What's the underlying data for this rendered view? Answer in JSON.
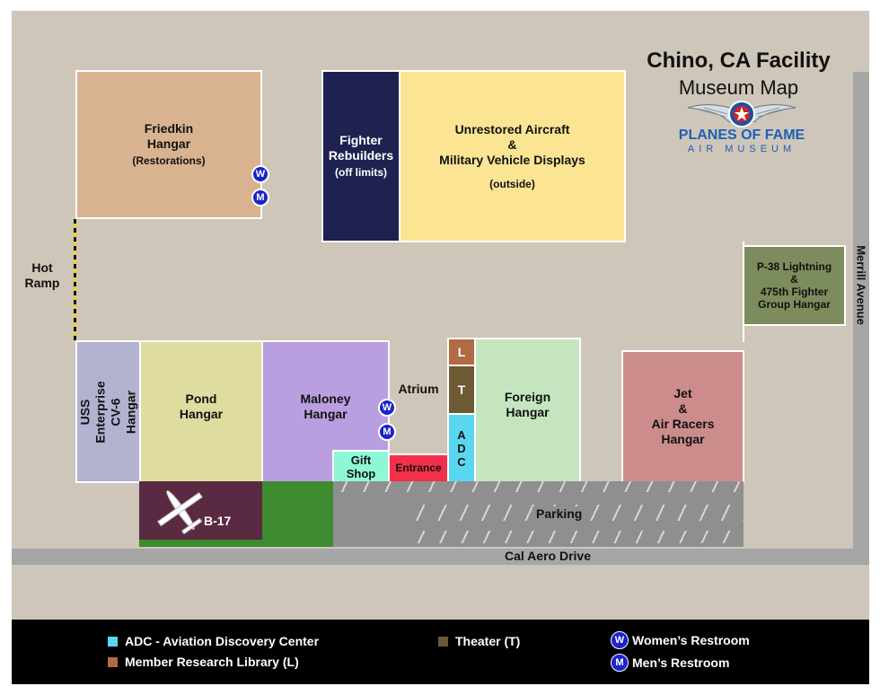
{
  "title": "Chino, CA Facility",
  "subtitle": "Museum Map",
  "logo": {
    "name": "PLANES OF FAME",
    "tagline": "AIR MUSEUM"
  },
  "streets": {
    "east": "Merrill Avenue",
    "south": "Cal Aero Drive"
  },
  "buildings": {
    "friedkin": {
      "name": "Friedkin\nHangar",
      "note": "(Restorations)",
      "color": "#d9b390"
    },
    "fighter_rebuilders": {
      "name": "Fighter\nRebuilders",
      "note": "(off limits)",
      "color": "#1f2150"
    },
    "unrestored": {
      "name": "Unrestored Aircraft\n&\nMilitary Vehicle Displays",
      "note": "(outside)",
      "color": "#fbe593"
    },
    "p38": {
      "name": "P-38 Lightning\n&\n475th Fighter\nGroup Hangar",
      "color": "#7d8c5c"
    },
    "uss": {
      "name": "USS Enterprise\nCV-6 Hangar",
      "color": "#b3b2d1"
    },
    "pond": {
      "name": "Pond\nHangar",
      "color": "#dfdca0"
    },
    "maloney": {
      "name": "Maloney\nHangar",
      "color": "#b99fe0"
    },
    "gift_shop": {
      "name": "Gift\nShop",
      "color": "#8ef8d6"
    },
    "entrance": {
      "name": "Entrance",
      "color": "#f2304a"
    },
    "foreign": {
      "name": "Foreign\nHangar",
      "color": "#c5e5bf"
    },
    "jet": {
      "name": "Jet\n&\nAir Racers\nHangar",
      "color": "#cc8c8c"
    },
    "b17": {
      "name": "B-17",
      "color": "#5a2a42"
    },
    "library": {
      "name": "L",
      "color": "#b26a45"
    },
    "theater": {
      "name": "T",
      "color": "#6d5a35"
    },
    "adc": {
      "name": "A\nD\nC",
      "color": "#5ad7f0"
    }
  },
  "labels": {
    "hot_ramp": "Hot\nRamp",
    "atrium": "Atrium",
    "parking": "Parking"
  },
  "restrooms": {
    "women": "W",
    "men": "M"
  },
  "legend": [
    {
      "key": "adc",
      "swatch": "#5ad7f0",
      "label": "ADC - Aviation Discovery Center"
    },
    {
      "key": "library",
      "swatch": "#b26a45",
      "label": "Member Research Library (L)"
    },
    {
      "key": "theater",
      "swatch": "#6d5a35",
      "label": "Theater (T)"
    },
    {
      "key": "women",
      "icon": "W",
      "label": "Women’s Restroom"
    },
    {
      "key": "men",
      "icon": "M",
      "label": "Men’s Restroom"
    }
  ]
}
